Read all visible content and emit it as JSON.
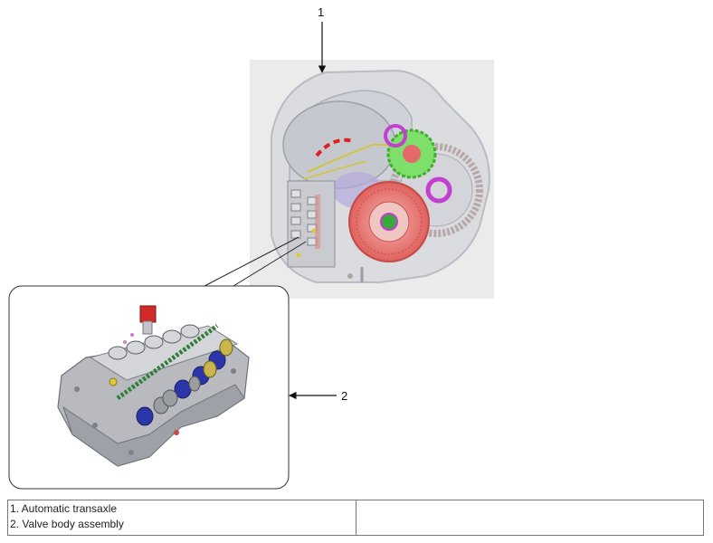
{
  "callouts": {
    "one": "1",
    "two": "2"
  },
  "legend": {
    "items": [
      "1. Automatic transaxle",
      "2. Valve body assembly"
    ],
    "right_column": ""
  },
  "colors": {
    "housing": "#c8ccd2",
    "torque_converter": "#e87b78",
    "gear_green": "#5fd84a",
    "gear_magenta": "#c23fcf",
    "solenoid_blue": "#2d36a8",
    "solenoid_yellow": "#c9b54a",
    "line_red": "#e02020"
  }
}
